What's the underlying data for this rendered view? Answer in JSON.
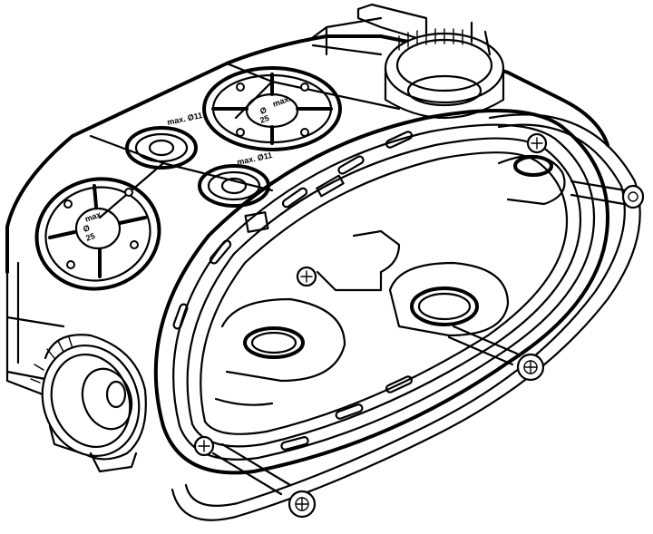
{
  "drawing": {
    "labels": {
      "knockout_small_left": "max. Ø11",
      "knockout_small_right": "max. Ø11",
      "knockout_large_left_1": "max.",
      "knockout_large_left_2": "Ø",
      "knockout_large_left_3": "25",
      "knockout_large_top_1": "max.",
      "knockout_large_top_2": "Ø",
      "knockout_large_top_3": "25"
    }
  }
}
